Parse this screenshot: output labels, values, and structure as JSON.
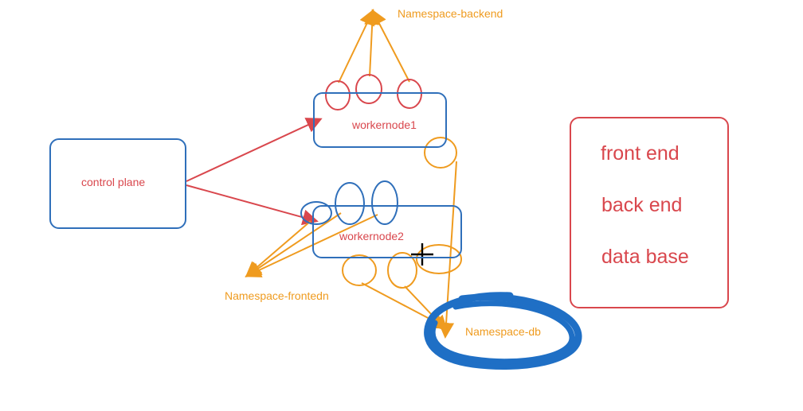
{
  "diagram": {
    "nodes": {
      "control_plane": "control plane",
      "worker1": "workernode1",
      "worker2": "workernode2"
    },
    "namespaces": {
      "backend": "Namespace-backend",
      "frontend": "Namespace-frontedn",
      "db": "Namespace-db"
    },
    "legend": [
      "front end",
      "back end",
      "data base"
    ],
    "colors": {
      "node_border": "#2f6fba",
      "arrow_red": "#d9474d",
      "arrow_orange": "#ef9b1f",
      "pod_red": "#d9474d",
      "pod_blue": "#2f6fba",
      "pod_orange": "#ef9b1f",
      "highlight": "#1f6fc5",
      "cursor": "#000000"
    },
    "icons": {
      "cursor": "crosshair-cursor-icon"
    }
  }
}
